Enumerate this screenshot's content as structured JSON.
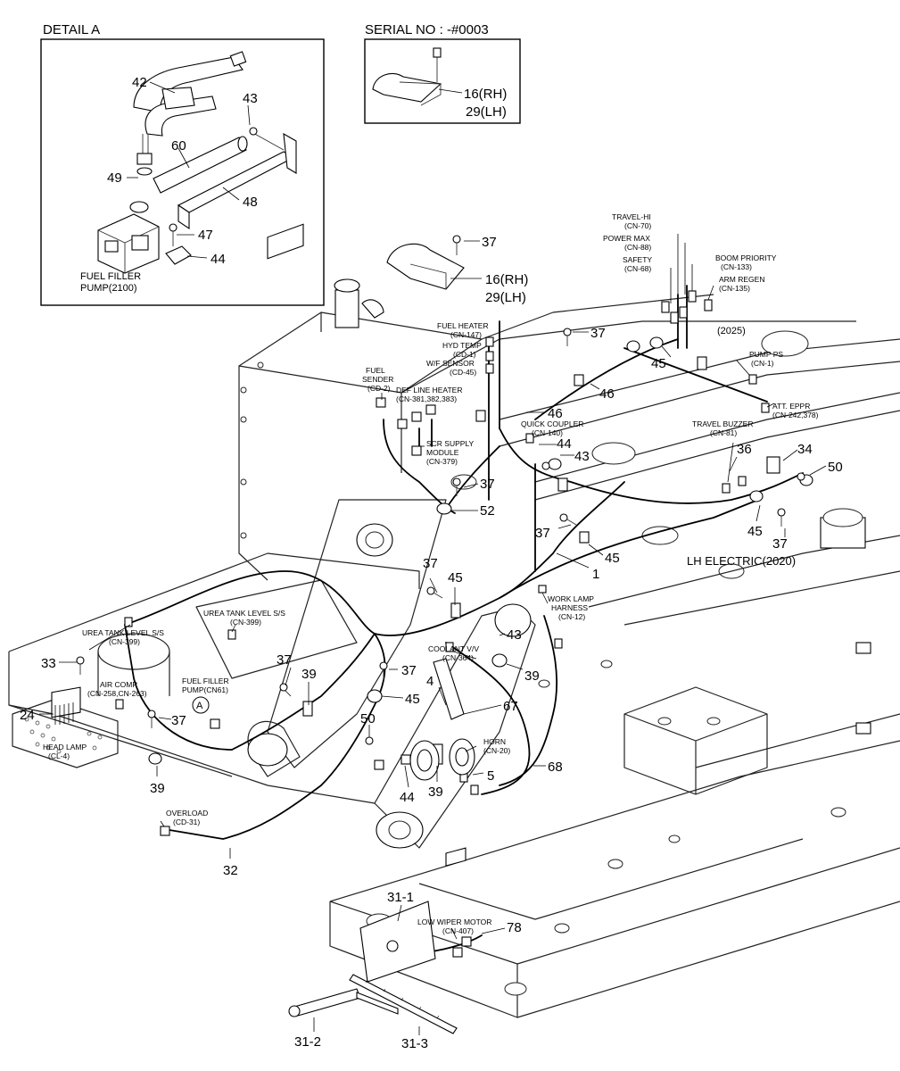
{
  "titles": {
    "detail_a": "DETAIL  A",
    "serial_no": "SERIAL NO : -#0003"
  },
  "detail_a": {
    "parts": [
      "42",
      "43",
      "60",
      "49",
      "48",
      "47",
      "44"
    ],
    "fuel_filler_pump": [
      "FUEL FILLER",
      "PUMP(2100)"
    ]
  },
  "serial_box": {
    "parts": [
      "16(RH)",
      "29(LH)"
    ]
  },
  "connectors": {
    "fuel_heater": [
      "FUEL HEATER",
      "(CN-147)"
    ],
    "hyd_temp": [
      "HYD TEMP",
      "(CD-1)"
    ],
    "wf_sensor": [
      "W/F SENSOR",
      "(CD-45)"
    ],
    "fuel_sender": [
      "FUEL",
      "SENDER",
      "(CD-2)"
    ],
    "def_line_heater": [
      "DEF LINE HEATER",
      "(CN-381,382,383)"
    ],
    "scr_supply": [
      "SCR SUPPLY",
      "MODULE",
      "(CN-379)"
    ],
    "quick_coupler": [
      "QUICK COUPLER",
      "(CN-140)"
    ],
    "travel_hi": [
      "TRAVEL-HI",
      "(CN-70)"
    ],
    "power_max": [
      "POWER MAX",
      "(CN-88)"
    ],
    "safety": [
      "SAFETY",
      "(CN-68)"
    ],
    "boom_priority": [
      "BOOM PRIORITY",
      "(CN-133)"
    ],
    "arm_regen": [
      "ARM REGEN",
      "(CN-135)"
    ],
    "pump_ps": [
      "PUMP PS",
      "(CN-1)"
    ],
    "att_eppr": [
      "ATT. EPPR",
      "(CN-242,378)"
    ],
    "travel_buzzer": [
      "TRAVEL BUZZER",
      "(CN-81)"
    ],
    "work_lamp": [
      "WORK LAMP",
      "HARNESS",
      "(CN-12)"
    ],
    "urea_tank_1": [
      "UREA TANK LEVEL S/S",
      "(CN-399)"
    ],
    "urea_tank_2": [
      "UREA TANK LEVEL S/S",
      "(CN-399)"
    ],
    "air_comp": [
      "AIR COMP",
      "(CN-258,CN-263)"
    ],
    "fuel_filler_pump_cn": [
      "FUEL FILLER",
      "PUMP(CN61)"
    ],
    "coolant_vv": [
      "COOLANT V/V",
      "(CN-364)"
    ],
    "horn": [
      "HORN",
      "(CN-20)"
    ],
    "head_lamp": [
      "HEAD LAMP",
      "(CL-4)"
    ],
    "overload": [
      "OVERLOAD",
      "(CD-31)"
    ],
    "low_wiper_motor": [
      "LOW WIPER MOTOR",
      "(CN-407)"
    ]
  },
  "labels": {
    "lh_electric": "LH ELECTRIC(2020)",
    "ref_2025": "(2025)",
    "detail_callout": "A"
  },
  "part_numbers": {
    "n37a": "37",
    "n16rh": "16(RH)",
    "n29lh": "29(LH)",
    "n37b": "37",
    "n45a": "45",
    "n46a": "46",
    "n46b": "46",
    "n44": "44",
    "n43": "43",
    "n36": "36",
    "n34": "34",
    "n50a": "50",
    "n52": "52",
    "n37c": "37",
    "n37d": "37",
    "n45b": "45",
    "n37e": "37",
    "n45c": "45",
    "n1": "1",
    "n37f": "37",
    "n45d": "45",
    "n43b": "43",
    "n39a": "39",
    "n33": "33",
    "n37g": "37",
    "n39b": "39",
    "n37h": "37",
    "n45e": "45",
    "n4": "4",
    "n67": "67",
    "n24": "24",
    "n37i": "37",
    "n50b": "50",
    "n39c": "39",
    "n44b": "44",
    "n39d": "39",
    "n5": "5",
    "n68": "68",
    "n32": "32",
    "n31_1": "31-1",
    "n78": "78",
    "n31_2": "31-2",
    "n31_3": "31-3"
  }
}
